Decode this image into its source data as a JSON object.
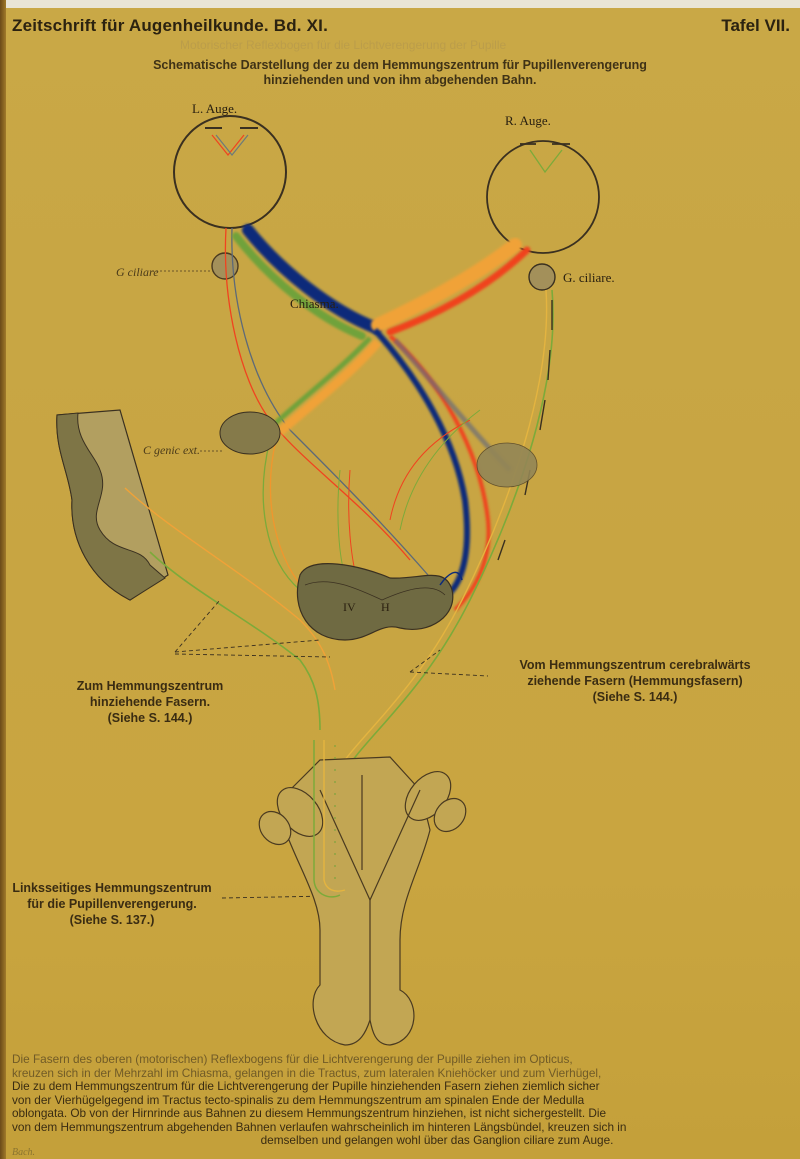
{
  "header": {
    "journal": "Zeitschrift für Augenheilkunde.  Bd. XI.",
    "plate": "Tafel VII.",
    "ghost_text": "Motorischer Reflexbogen für die Lichtverengerung der Pupille",
    "subtitle_line1": "Schematische Darstellung der zu dem Hemmungszentrum für Pupillenverengerung",
    "subtitle_line2": "hinziehenden und von ihm abgehenden Bahn."
  },
  "labels": {
    "left_eye": "L. Auge.",
    "right_eye": "R. Auge.",
    "g_ciliare_left": "G ciliare",
    "g_ciliare_right": "G. ciliare.",
    "chiasma": "Chiasma.",
    "c_genic_ext": "C genic ext.",
    "nucleus_iv": "IV",
    "nucleus_h": "H"
  },
  "captions": {
    "left_mid": {
      "line1": "Zum Hemmungszentrum",
      "line2": "hinziehende Fasern.",
      "line3": "(Siehe S. 144.)"
    },
    "right_mid": {
      "line1": "Vom Hemmungszentrum cerebralwärts",
      "line2": "ziehende Fasern (Hemmungsfasern)",
      "line3": "(Siehe S. 144.)"
    },
    "left_low": {
      "line1": "Linksseitiges Hemmungszentrum",
      "line2": "für die Pupillenverengerung.",
      "line3": "(Siehe S. 137.)"
    }
  },
  "paragraph": {
    "line1": "Die Fasern des oberen (motorischen) Reflexbogens für die Lichtverengerung der Pupille ziehen im Opticus,",
    "line2": "kreuzen sich in der Mehrzahl im Chiasma, gelangen in die Tractus, zum lateralen Kniehöcker und zum Vierhügel,",
    "line3": "Die zu dem Hemmungszentrum für die Lichtverengerung der Pupille hinziehenden Fasern ziehen ziemlich sicher",
    "line4": "von der Vierhügelgegend im Tractus tecto-spinalis zu dem Hemmungszentrum am spinalen Ende der Medulla",
    "line5": "oblongata.  Ob von der Hirnrinde aus Bahnen zu diesem Hemmungszentrum hinziehen, ist nicht sichergestellt.  Die",
    "line6": "von dem Hemmungszentrum abgehenden Bahnen verlaufen wahrscheinlich im hinteren Längsbündel, kreuzen sich in",
    "line7": "demselben und gelangen wohl über das Ganglion ciliare zum Auge."
  },
  "signature": "Bach.",
  "colors": {
    "paper": "#c9a846",
    "ink": "#3a2c12",
    "blue_fiber": "#0b2a7a",
    "green_fiber": "#6fa23a",
    "red_fiber": "#f0431f",
    "orange_fiber": "#f0962e",
    "grey_tissue": "#857a4a"
  }
}
